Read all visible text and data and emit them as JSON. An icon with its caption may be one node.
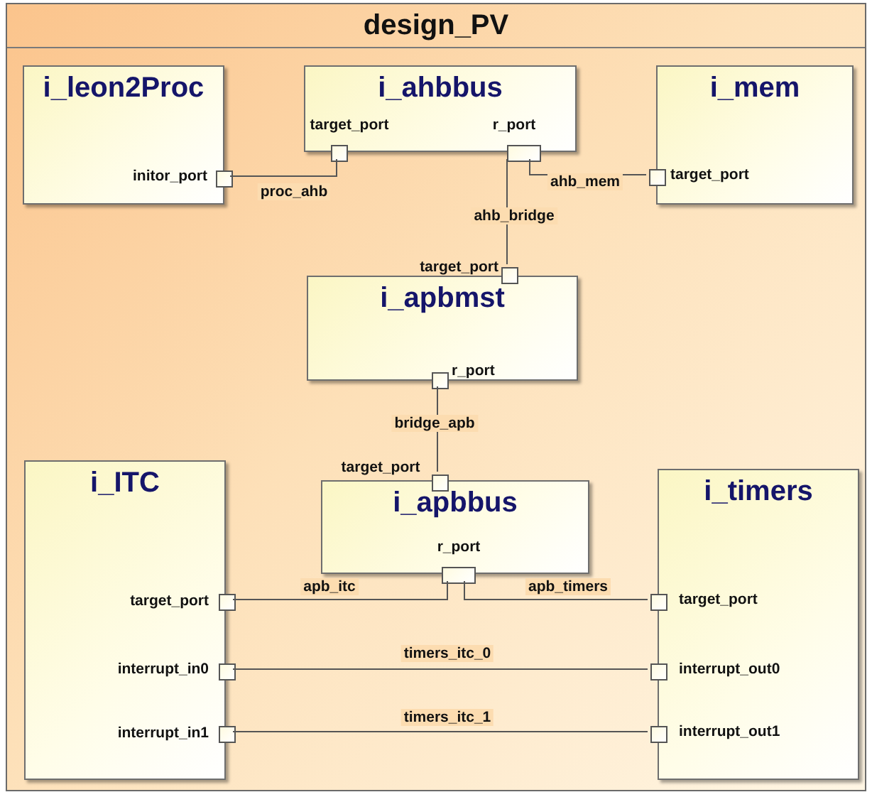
{
  "diagram": {
    "nodes": [
      {
        "text": [
          "design_PV"
        ]
      },
      {
        "text": [
          "i_leon2Proc"
        ],
        "in": 0
      },
      {
        "text": [
          "i_ahbbus"
        ],
        "in": 0
      },
      {
        "text": [
          "i_mem"
        ],
        "in": 0
      },
      {
        "text": [
          "i_apbmst"
        ],
        "in": 0
      },
      {
        "text": [
          "i_ITC"
        ],
        "in": 0
      },
      {
        "text": [
          "i_apbbus"
        ],
        "in": 0
      },
      {
        "text": [
          "i_timers"
        ],
        "in": 0
      },
      {
        "text": [],
        "shape": "box",
        "in": 1,
        "beside": [
          "initor_port"
        ]
      },
      {
        "text": [],
        "shape": "box",
        "in": 2,
        "beside": [
          "target_port"
        ]
      },
      {
        "text": [],
        "shape": "box",
        "in": 2,
        "beside": [
          "r_port"
        ]
      },
      {
        "text": [],
        "shape": "box",
        "in": 3,
        "beside": [
          "target_port"
        ]
      },
      {
        "text": [],
        "shape": "box",
        "in": 4,
        "beside": [
          "target_port"
        ]
      },
      {
        "text": [],
        "shape": "box",
        "in": 4,
        "beside": [
          "r_port"
        ]
      },
      {
        "text": [],
        "shape": "box",
        "in": 5,
        "beside": [
          "target_port"
        ]
      },
      {
        "text": [],
        "shape": "box",
        "in": 5,
        "beside": [
          "interrupt_in0"
        ]
      },
      {
        "text": [],
        "shape": "box",
        "in": 5,
        "beside": [
          "interrupt_in1"
        ]
      },
      {
        "text": [],
        "shape": "box",
        "in": 6,
        "beside": [
          "target_port"
        ]
      },
      {
        "text": [],
        "shape": "box",
        "in": 6,
        "beside": [
          "r_port"
        ]
      },
      {
        "text": [],
        "shape": "box",
        "in": 7,
        "beside": [
          "target_port"
        ]
      },
      {
        "text": [],
        "shape": "box",
        "in": 7,
        "beside": [
          "interrupt_out0"
        ]
      },
      {
        "text": [],
        "shape": "box",
        "in": 7,
        "beside": [
          "interrupt_out1"
        ]
      }
    ],
    "edges": [
      {
        "from": 8,
        "to": 9,
        "arrow": "none",
        "label": "proc_ahb"
      },
      {
        "from": 10,
        "to": 11,
        "arrow": "none",
        "label": "ahb_mem"
      },
      {
        "from": 10,
        "to": 12,
        "arrow": "none",
        "label": "ahb_bridge"
      },
      {
        "from": 13,
        "to": 17,
        "arrow": "none",
        "label": "bridge_apb"
      },
      {
        "from": 18,
        "to": 14,
        "arrow": "none",
        "label": "apb_itc"
      },
      {
        "from": 18,
        "to": 19,
        "arrow": "none",
        "label": "apb_timers"
      },
      {
        "from": 20,
        "to": 15,
        "arrow": "none",
        "label": "timers_itc_0"
      },
      {
        "from": 21,
        "to": 16,
        "arrow": "none",
        "label": "timers_itc_1"
      }
    ]
  }
}
